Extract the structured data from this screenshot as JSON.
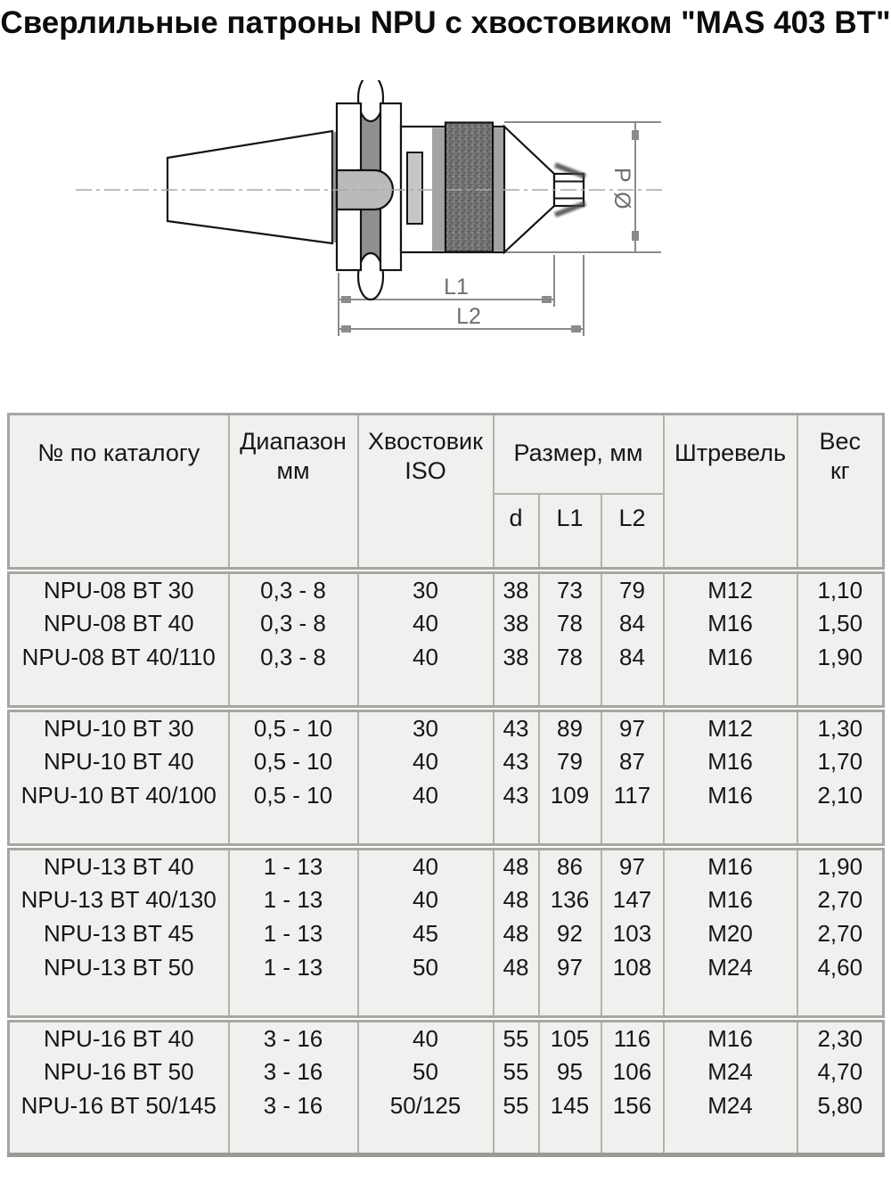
{
  "title": "Сверлильные патроны NPU с хвостовиком \"MAS 403 BT\"",
  "drawing": {
    "labels": {
      "l1": "L1",
      "l2": "L2",
      "diameter": "P Ø"
    }
  },
  "table": {
    "headers": {
      "catalog": "№ по каталогу",
      "range1": "Диапазон",
      "range2": "мм",
      "shank1": "Хвостовик",
      "shank2": "ISO",
      "size": "Размер, мм",
      "d": "d",
      "l1": "L1",
      "l2": "L2",
      "stud": "Штревель",
      "weight1": "Вес",
      "weight2": "кг"
    },
    "groups": [
      {
        "rows": [
          {
            "model": "NPU-08 BT 30",
            "range": "0,3 - 8",
            "shank": "30",
            "d": "38",
            "l1": "73",
            "l2": "79",
            "stud": "M12",
            "weight": "1,10"
          },
          {
            "model": "NPU-08 BT 40",
            "range": "0,3 - 8",
            "shank": "40",
            "d": "38",
            "l1": "78",
            "l2": "84",
            "stud": "M16",
            "weight": "1,50"
          },
          {
            "model": "NPU-08 BT 40/110",
            "range": "0,3 - 8",
            "shank": "40",
            "d": "38",
            "l1": "78",
            "l2": "84",
            "stud": "M16",
            "weight": "1,90"
          }
        ]
      },
      {
        "rows": [
          {
            "model": "NPU-10 BT 30",
            "range": "0,5 - 10",
            "shank": "30",
            "d": "43",
            "l1": "89",
            "l2": "97",
            "stud": "M12",
            "weight": "1,30"
          },
          {
            "model": "NPU-10 BT 40",
            "range": "0,5 - 10",
            "shank": "40",
            "d": "43",
            "l1": "79",
            "l2": "87",
            "stud": "M16",
            "weight": "1,70"
          },
          {
            "model": "NPU-10 BT 40/100",
            "range": "0,5 - 10",
            "shank": "40",
            "d": "43",
            "l1": "109",
            "l2": "117",
            "stud": "M16",
            "weight": "2,10"
          }
        ]
      },
      {
        "rows": [
          {
            "model": "NPU-13 BT 40",
            "range": "1 - 13",
            "shank": "40",
            "d": "48",
            "l1": "86",
            "l2": "97",
            "stud": "M16",
            "weight": "1,90"
          },
          {
            "model": "NPU-13 BT 40/130",
            "range": "1 - 13",
            "shank": "40",
            "d": "48",
            "l1": "136",
            "l2": "147",
            "stud": "M16",
            "weight": "2,70"
          },
          {
            "model": "NPU-13 BT 45",
            "range": "1 - 13",
            "shank": "45",
            "d": "48",
            "l1": "92",
            "l2": "103",
            "stud": "M20",
            "weight": "2,70"
          },
          {
            "model": "NPU-13 BT 50",
            "range": "1 - 13",
            "shank": "50",
            "d": "48",
            "l1": "97",
            "l2": "108",
            "stud": "M24",
            "weight": "4,60"
          }
        ]
      },
      {
        "rows": [
          {
            "model": "NPU-16 BT 40",
            "range": "3 - 16",
            "shank": "40",
            "d": "55",
            "l1": "105",
            "l2": "116",
            "stud": "M16",
            "weight": "2,30"
          },
          {
            "model": "NPU-16 BT 50",
            "range": "3 - 16",
            "shank": "50",
            "d": "55",
            "l1": "95",
            "l2": "106",
            "stud": "M24",
            "weight": "4,70"
          },
          {
            "model": "NPU-16 BT 50/145",
            "range": "3 - 16",
            "shank": "50/125",
            "d": "55",
            "l1": "145",
            "l2": "156",
            "stud": "M24",
            "weight": "5,80"
          }
        ]
      }
    ]
  }
}
